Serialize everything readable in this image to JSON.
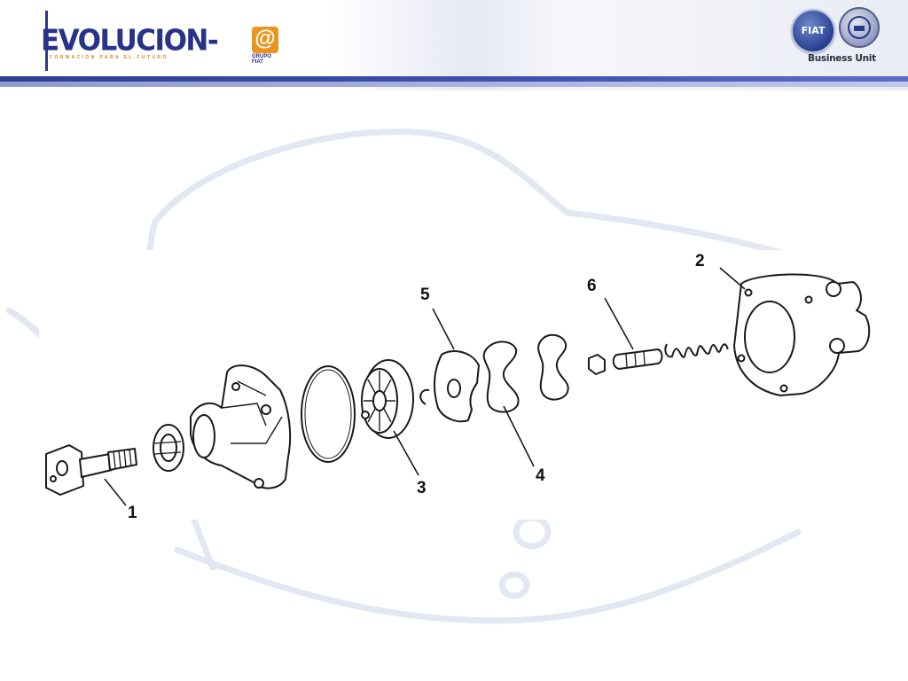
{
  "header": {
    "logo_main": "EVOLUCION-",
    "logo_at": "@",
    "logo_tagline": "FORMACIÓN PARA EL FUTURO",
    "logo_group": "GRUPO FIAT",
    "brand_fiat": "FIAT",
    "business_unit": "Business Unit"
  },
  "diagram": {
    "callouts": [
      {
        "id": "1",
        "label": "1"
      },
      {
        "id": "2",
        "label": "2"
      },
      {
        "id": "3",
        "label": "3"
      },
      {
        "id": "4",
        "label": "4"
      },
      {
        "id": "5",
        "label": "5"
      },
      {
        "id": "6",
        "label": "6"
      }
    ]
  },
  "colors": {
    "header_rule": "#3e52b0",
    "logo_blue": "#27338a",
    "logo_orange": "#e8961f",
    "watermark": "#e3e7f1"
  }
}
